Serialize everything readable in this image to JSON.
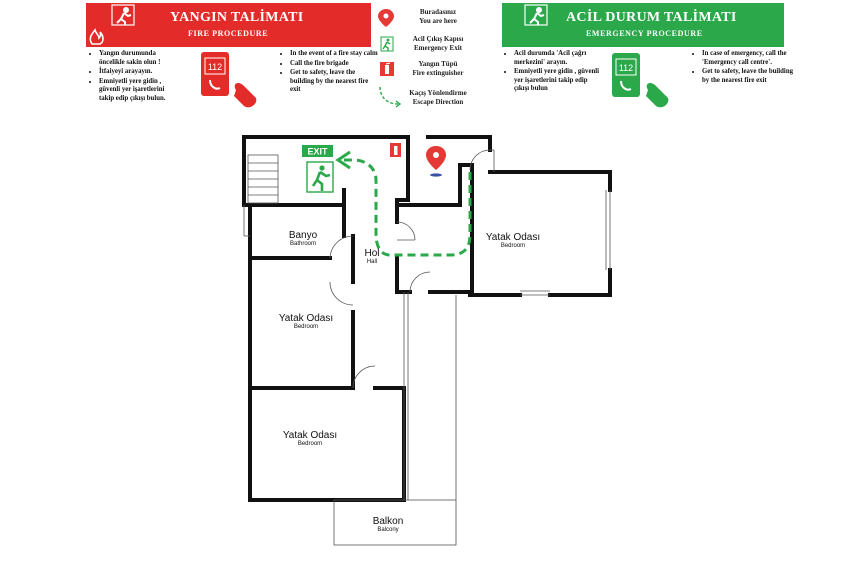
{
  "fire": {
    "title": "YANGIN TALİMATI",
    "subtitle": "FIRE PROCEDURE",
    "phone": "112",
    "tr_items": [
      "Yangın durumunda öncelikle sakin olun !",
      "İtfaiyeyi arayayın.",
      "Emniyetli yere gidin , güvenli yer işaretlerini takip edip çıkışı bulun."
    ],
    "en_items": [
      "In the event of a fire stay calm",
      "Call the fire brigade",
      "Get to safety, leave the building by the nearest fire exit"
    ],
    "color": "#e32b29"
  },
  "emergency": {
    "title": "ACİL DURUM TALİMATI",
    "subtitle": "EMERGENCY PROCEDURE",
    "phone": "112",
    "tr_items": [
      "Acil durumda 'Acil çağrı merkezini' arayın.",
      "Emniyetli yere gidin , güvenli yer işaretlerini takip edip çıkışı bulun"
    ],
    "en_items": [
      "In case of emergency, call the 'Emergency call centre'.",
      "Get to safety, leave the building by the nearest fire exit"
    ],
    "color": "#2aa84a"
  },
  "legend": {
    "here_tr": "Buradasınız",
    "here_en": "You are here",
    "exit_tr": "Acil Çıkış Kapısı",
    "exit_en": "Emergency Exit",
    "ext_tr": "Yangın Tüpü",
    "ext_en": "Fire extinguisher",
    "dir_tr": "Kaçış Yönlendirme",
    "dir_en": "Escape Direction"
  },
  "plan": {
    "exit_sign": "EXIT",
    "rooms": {
      "banyo": {
        "tr": "Banyo",
        "en": "Bathroom"
      },
      "hol": {
        "tr": "Hol",
        "en": "Hall"
      },
      "yatak1": {
        "tr": "Yatak Odası",
        "en": "Bedroom"
      },
      "yatak2": {
        "tr": "Yatak Odası",
        "en": "Bedroom"
      },
      "yatak3": {
        "tr": "Yatak Odası",
        "en": "Bedroom"
      },
      "balkon": {
        "tr": "Balkon",
        "en": "Balcony"
      }
    }
  },
  "colors": {
    "route": "#2aa84a",
    "pin": "#e53935",
    "wall": "#111111"
  }
}
